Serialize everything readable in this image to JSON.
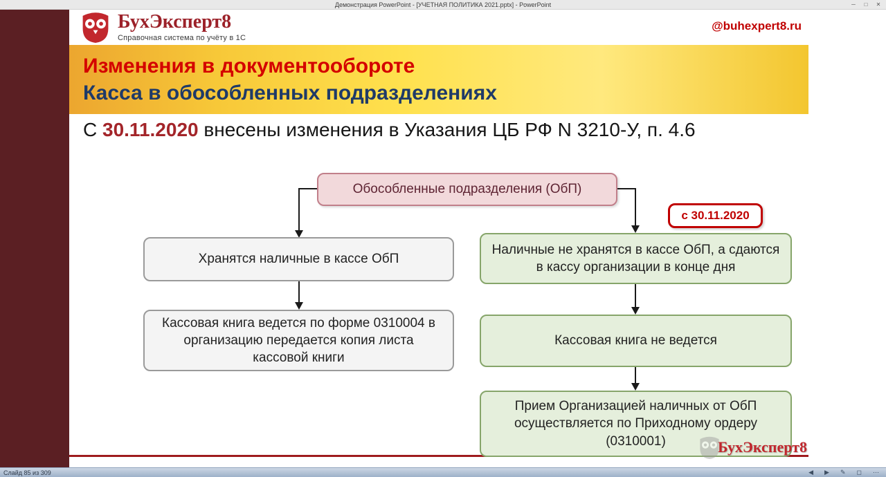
{
  "window": {
    "title": "Демонстрация PowerPoint - [УЧЕТНАЯ ПОЛИТИКА 2021.pptx] - PowerPoint",
    "controls": {
      "minimize": "─",
      "restore": "□",
      "close": "✕"
    }
  },
  "slide": {
    "logo": {
      "brand": "БухЭксперт8",
      "tagline": "Справочная система по учёту в 1С"
    },
    "handle": "@buhexpert8.ru",
    "heading": {
      "line1": "Изменения в документообороте",
      "line2": "Касса в обособленных подразделениях"
    },
    "statement": {
      "prefix": "С ",
      "date": "30.11.2020",
      "suffix": " внесены изменения в Указания ЦБ РФ N 3210-У, п. 4.6"
    },
    "flowchart": {
      "root": "Обособленные подразделения (ОбП)",
      "badge": "с 30.11.2020",
      "left_branch": [
        "Хранятся наличные в кассе ОбП",
        "Кассовая книга ведется по форме 0310004 в организацию передается копия листа кассовой книги"
      ],
      "right_branch": [
        "Наличные не хранятся в кассе ОбП, а сдаются в кассу организации в конце дня",
        "Кассовая книга не ведется",
        "Прием Организацией наличных от ОбП осуществляется по Приходному ордеру (0310001)"
      ]
    },
    "watermark": "БухЭксперт8"
  },
  "statusbar": {
    "slide_counter": "Слайд 85 из 309",
    "icons": [
      "◀",
      "▶",
      "✎",
      "◻",
      "⋯"
    ]
  },
  "colors": {
    "accent_red": "#c00000",
    "navy": "#1f3a68",
    "strip_maroon": "#5b1f23",
    "pink_fill": "#f2d9db",
    "green_fill": "#e5efdc",
    "gray_fill": "#f4f4f4",
    "band_gold": "#f2b52b"
  }
}
